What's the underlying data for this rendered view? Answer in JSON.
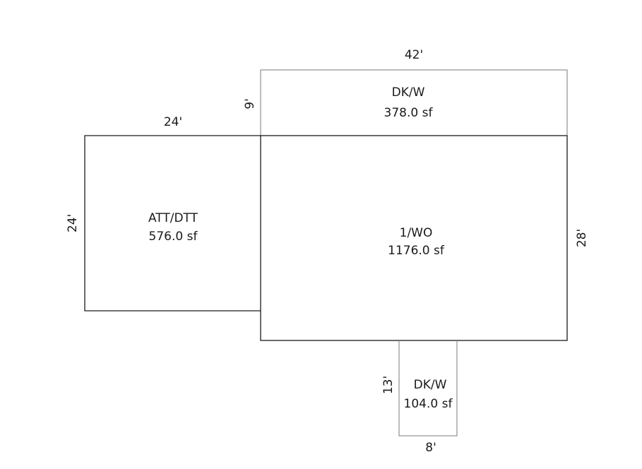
{
  "areas": {
    "deck_top": {
      "code": "DK/W",
      "area": "378.0 sf",
      "width_label": "42'",
      "depth_label": "9'"
    },
    "garage": {
      "code": "ATT/DTT",
      "area": "576.0 sf",
      "width_label": "24'",
      "depth_label": "24'"
    },
    "main_floor": {
      "code": "1/WO",
      "area": "1176.0 sf",
      "depth_label": "28'"
    },
    "deck_bottom": {
      "code": "DK/W",
      "area": "104.0 sf",
      "width_label": "8'",
      "depth_label": "13'"
    }
  }
}
